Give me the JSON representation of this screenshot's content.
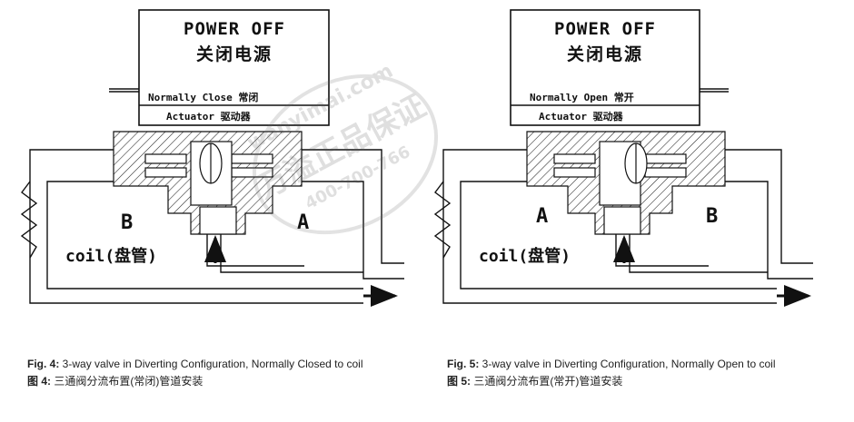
{
  "figures": [
    {
      "power_line1": "POWER OFF",
      "power_line2": "关闭电源",
      "mode_label": "Normally Close 常闭",
      "actuator_label": "Actuator 驱动器",
      "port_left": "B",
      "port_right": "A",
      "coil_label": "coil(盘管)",
      "caption_en_prefix": "Fig. 4:",
      "caption_en_text": " 3-way valve in Diverting Configuration, Normally Closed to coil",
      "caption_cn_prefix": "图 4:",
      "caption_cn_text": "三通阀分流布置(常闭)管道安装"
    },
    {
      "power_line1": "POWER OFF",
      "power_line2": "关闭电源",
      "mode_label": "Normally Open 常开",
      "actuator_label": "Actuator 驱动器",
      "port_left": "A",
      "port_right": "B",
      "coil_label": "coil(盘管)",
      "caption_en_prefix": "Fig. 5:",
      "caption_en_text": " 3-way valve in Diverting Configuration, Normally Open to coil",
      "caption_cn_prefix": "图 5:",
      "caption_cn_text": "三通阀分流布置(常开)管道安装"
    }
  ],
  "watermark": {
    "text_url": "wanyimai.com",
    "text_cn": "万溢正品保证",
    "text_phone": "400-700-766"
  }
}
